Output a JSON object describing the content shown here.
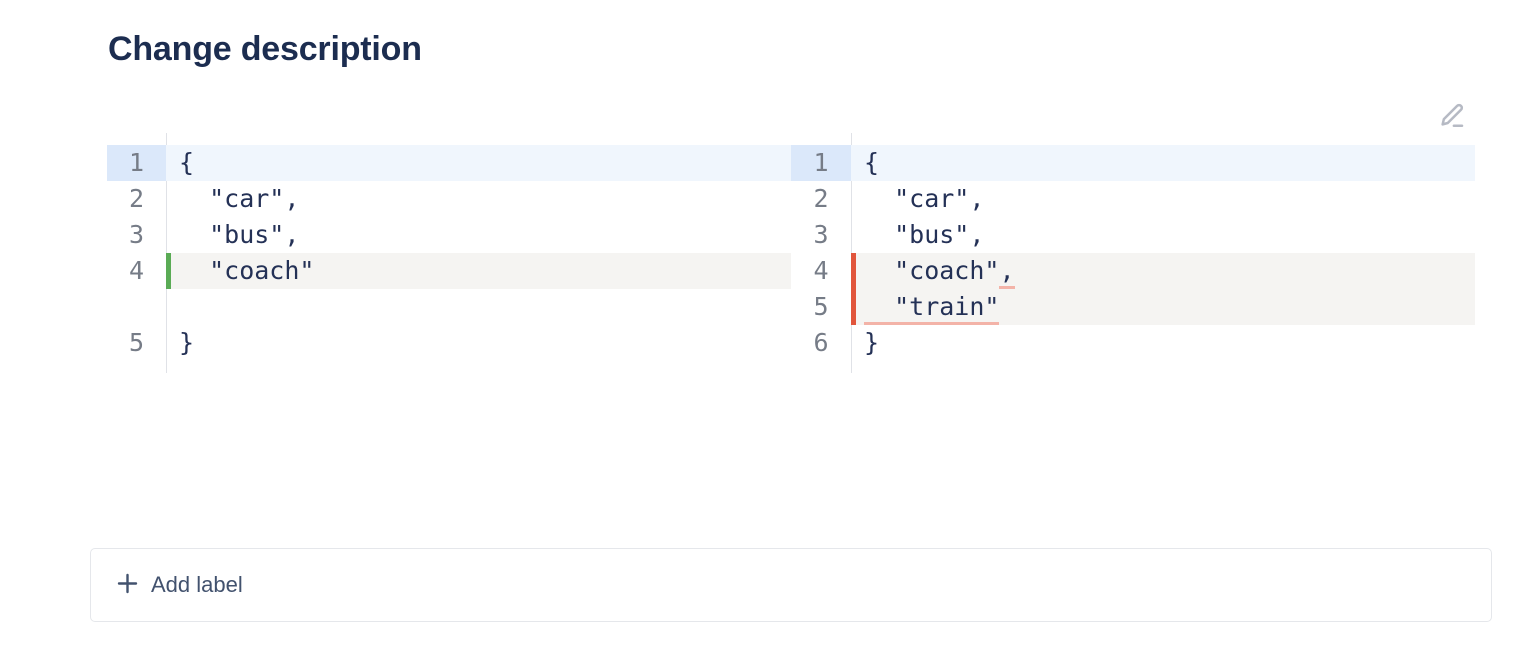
{
  "page": {
    "title": "Change description"
  },
  "toolbar": {
    "edit_icon": "pencil-icon"
  },
  "diff": {
    "left_pane": {
      "rows": [
        {
          "num": "1",
          "type": "current",
          "segments": [
            {
              "text": "{"
            }
          ]
        },
        {
          "num": "2",
          "type": "normal",
          "segments": [
            {
              "text": "  \"car\","
            }
          ]
        },
        {
          "num": "3",
          "type": "normal",
          "segments": [
            {
              "text": "  \"bus\","
            }
          ]
        },
        {
          "num": "4",
          "type": "removed",
          "segments": [
            {
              "text": "  \"coach\""
            }
          ]
        },
        {
          "num": "",
          "type": "spacer",
          "segments": []
        },
        {
          "num": "5",
          "type": "normal",
          "segments": [
            {
              "text": "}"
            }
          ]
        }
      ]
    },
    "right_pane": {
      "rows": [
        {
          "num": "1",
          "type": "current",
          "segments": [
            {
              "text": "{"
            }
          ]
        },
        {
          "num": "2",
          "type": "normal",
          "segments": [
            {
              "text": "  \"car\","
            }
          ]
        },
        {
          "num": "3",
          "type": "normal",
          "segments": [
            {
              "text": "  \"bus\","
            }
          ]
        },
        {
          "num": "4",
          "type": "added",
          "segments": [
            {
              "text": "  \"coach\""
            },
            {
              "text": ",",
              "underline": true
            }
          ]
        },
        {
          "num": "5",
          "type": "added",
          "segments": [
            {
              "text": "  \"train\"",
              "underline": true
            }
          ]
        },
        {
          "num": "6",
          "type": "normal",
          "segments": [
            {
              "text": "}"
            }
          ]
        }
      ]
    }
  },
  "footer": {
    "add_label": "Add label",
    "plus_icon": "plus-icon"
  },
  "colors": {
    "title_text": "#1c2d50",
    "code_text": "#243156",
    "line_number_text": "#767c87",
    "active_line_gutter_bg": "#dbe8fa",
    "active_line_code_bg": "#f0f6fd",
    "changed_line_bg": "#f5f4f2",
    "removed_accent": "#5aab55",
    "added_accent": "#e1553c",
    "inline_change_underline": "#f3b3a8",
    "button_text": "#42526e",
    "edit_icon_gray": "#b6bac4"
  }
}
